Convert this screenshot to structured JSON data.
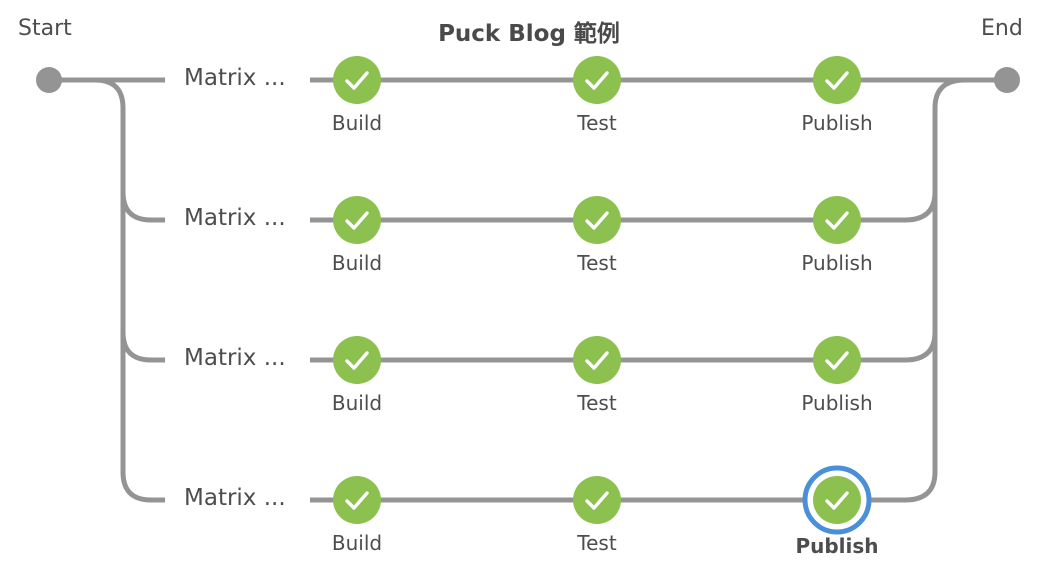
{
  "pipeline": {
    "title": "Puck Blog 範例",
    "start_label": "Start",
    "end_label": "End",
    "status_color": "#8cc04f",
    "line_color": "#949494",
    "selected_color": "#4a90d9",
    "branches": [
      {
        "label": "Matrix ...",
        "stages": [
          {
            "label": "Build",
            "status": "success"
          },
          {
            "label": "Test",
            "status": "success"
          },
          {
            "label": "Publish",
            "status": "success"
          }
        ]
      },
      {
        "label": "Matrix ...",
        "stages": [
          {
            "label": "Build",
            "status": "success"
          },
          {
            "label": "Test",
            "status": "success"
          },
          {
            "label": "Publish",
            "status": "success"
          }
        ]
      },
      {
        "label": "Matrix ...",
        "stages": [
          {
            "label": "Build",
            "status": "success"
          },
          {
            "label": "Test",
            "status": "success"
          },
          {
            "label": "Publish",
            "status": "success"
          }
        ]
      },
      {
        "label": "Matrix ...",
        "stages": [
          {
            "label": "Build",
            "status": "success"
          },
          {
            "label": "Test",
            "status": "success"
          },
          {
            "label": "Publish",
            "status": "success",
            "selected": true
          }
        ]
      }
    ]
  }
}
